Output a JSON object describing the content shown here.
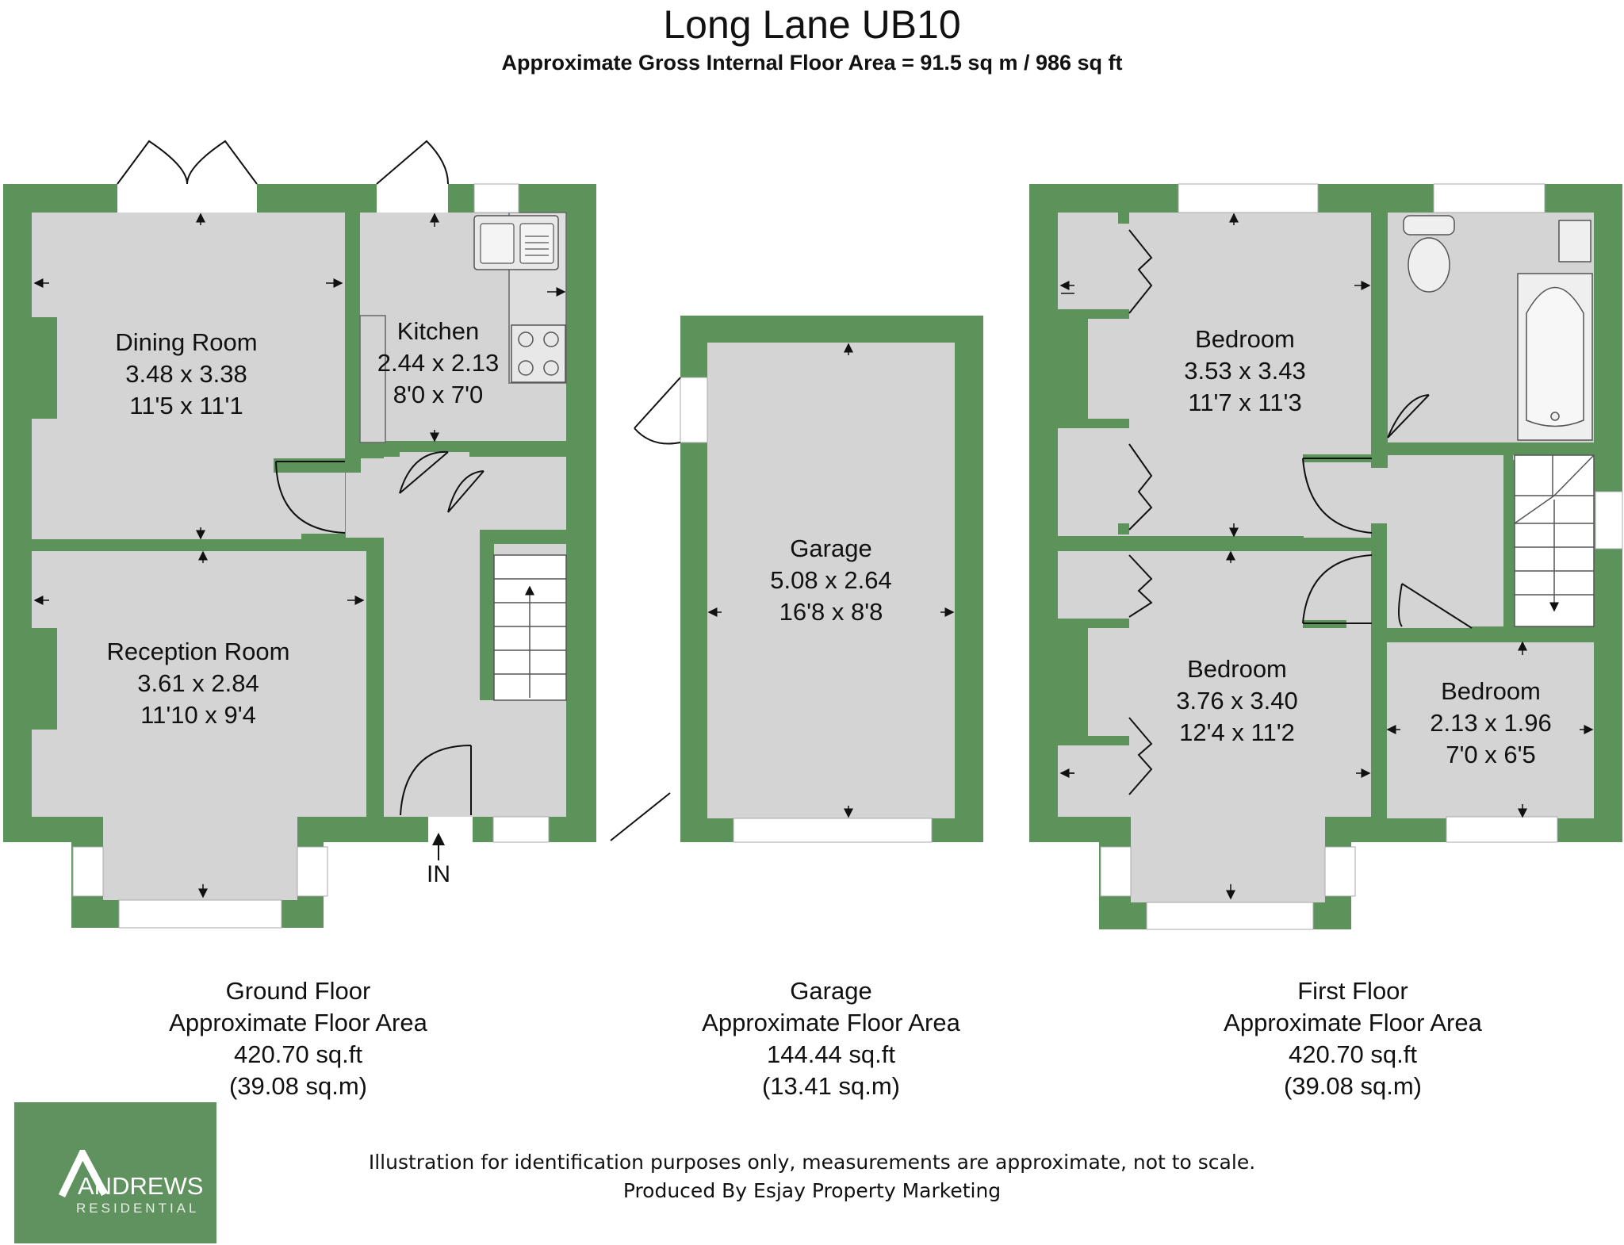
{
  "title": "Long Lane UB10",
  "subtitle": "Approximate Gross Internal Floor Area = 91.5 sq m / 986 sq ft",
  "colors": {
    "wall": "#5b935b",
    "floor": "#d4d4d4",
    "fixture": "#ffffff",
    "logo_bg": "#5f925f"
  },
  "rooms": {
    "dining": {
      "name": "Dining Room",
      "metric": "3.48 x 3.38",
      "imperial": "11'5 x 11'1"
    },
    "kitchen": {
      "name": "Kitchen",
      "metric": "2.44 x 2.13",
      "imperial": "8'0 x 7'0"
    },
    "reception": {
      "name": "Reception Room",
      "metric": "3.61 x 2.84",
      "imperial": "11'10 x 9'4"
    },
    "garage": {
      "name": "Garage",
      "metric": "5.08 x 2.64",
      "imperial": "16'8 x 8'8"
    },
    "bedroom1": {
      "name": "Bedroom",
      "metric": "3.53 x 3.43",
      "imperial": "11'7 x 11'3"
    },
    "bedroom2": {
      "name": "Bedroom",
      "metric": "3.76 x 3.40",
      "imperial": "12'4 x 11'2"
    },
    "bedroom3": {
      "name": "Bedroom",
      "metric": "2.13 x 1.96",
      "imperial": "7'0 x 6'5"
    }
  },
  "entrance": "IN",
  "floors": {
    "ground": {
      "name": "Ground Floor",
      "label": "Approximate Floor Area",
      "sqft": "420.70 sq.ft",
      "sqm": "(39.08 sq.m)"
    },
    "garage": {
      "name": "Garage",
      "label": "Approximate Floor Area",
      "sqft": "144.44 sq.ft",
      "sqm": "(13.41 sq.m)"
    },
    "first": {
      "name": "First Floor",
      "label": "Approximate Floor Area",
      "sqft": "420.70 sq.ft",
      "sqm": "(39.08 sq.m)"
    }
  },
  "disclaimer": {
    "line1": "Illustration for identification purposes only, measurements are approximate, not to scale.",
    "line2": "Produced By Esjay Property Marketing"
  },
  "logo": {
    "name": "ANDREWS",
    "sub": "RESIDENTIAL"
  }
}
